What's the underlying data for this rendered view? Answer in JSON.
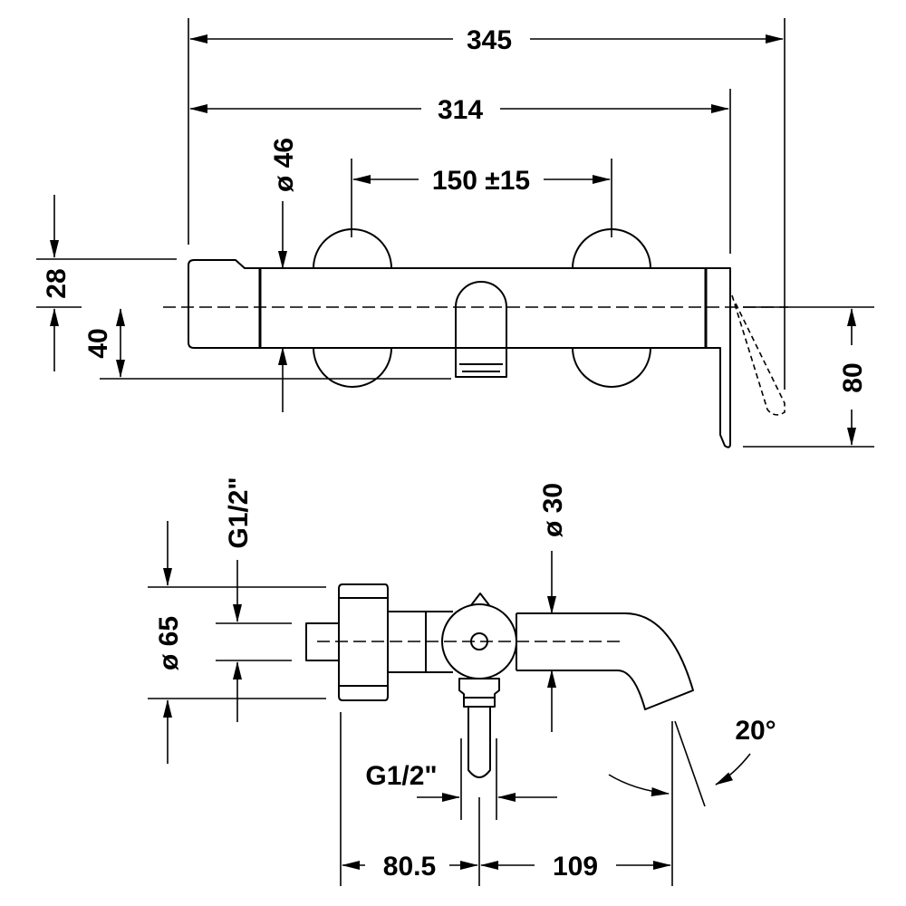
{
  "drawing": {
    "top_view": {
      "overall_width": "345",
      "body_width": "314",
      "centre_distance": "150 ±15",
      "body_diameter": "ø 46",
      "offset_top": "28",
      "offset_bottom": "40",
      "lever_height": "80"
    },
    "side_view": {
      "inlet_thread": "G1/2\"",
      "rosette_diameter": "ø 65",
      "spout_diameter": "ø 30",
      "outlet_thread": "G1/2\"",
      "wall_to_axis": "80.5",
      "axis_to_spout": "109",
      "spout_angle": "20°"
    }
  }
}
